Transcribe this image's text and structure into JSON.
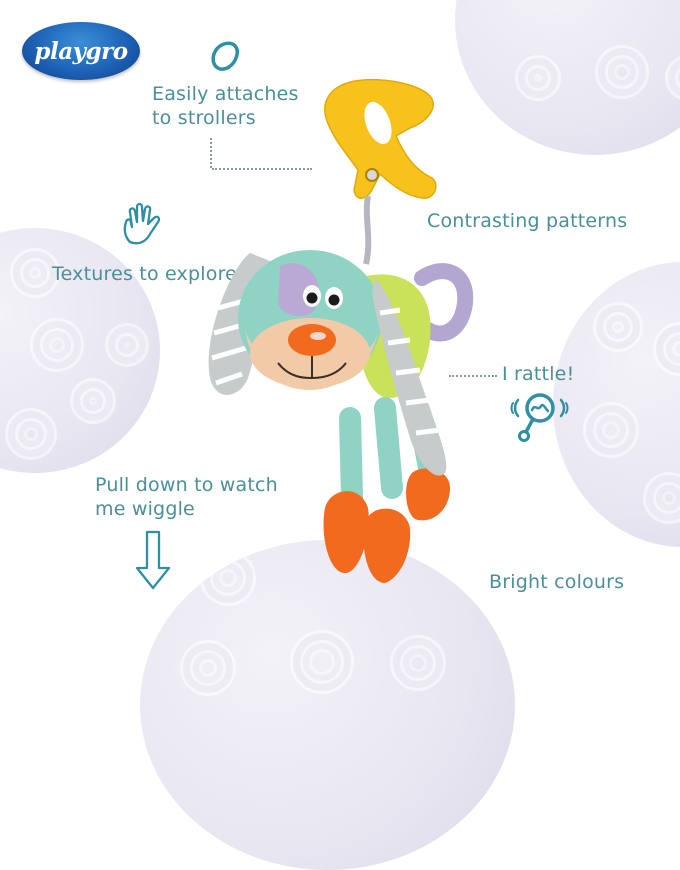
{
  "brand": {
    "logo_text": "playgro",
    "logo_color": "#1d62b6"
  },
  "features": {
    "attach": "Easily attaches to strollers",
    "attach_line1": "Easily attaches",
    "attach_line2": "to strollers",
    "patterns": "Contrasting patterns",
    "textures": "Textures to explore",
    "rattle": "I rattle!",
    "pull_line1": "Pull down to watch",
    "pull_line2": "me wiggle",
    "colours": "Bright colours"
  },
  "icons": [
    "ring-icon",
    "hand-icon",
    "rattle-icon",
    "down-arrow-icon"
  ],
  "colors": {
    "text": "#4a8f99",
    "icon": "#2f8fa5",
    "clip": "#f7c21a",
    "toy_mint": "#8fd3c5",
    "toy_orange": "#f26a1e",
    "toy_lilac": "#b9a9d4"
  },
  "product": {
    "name": "Playgro dog stroller toy with clip"
  }
}
